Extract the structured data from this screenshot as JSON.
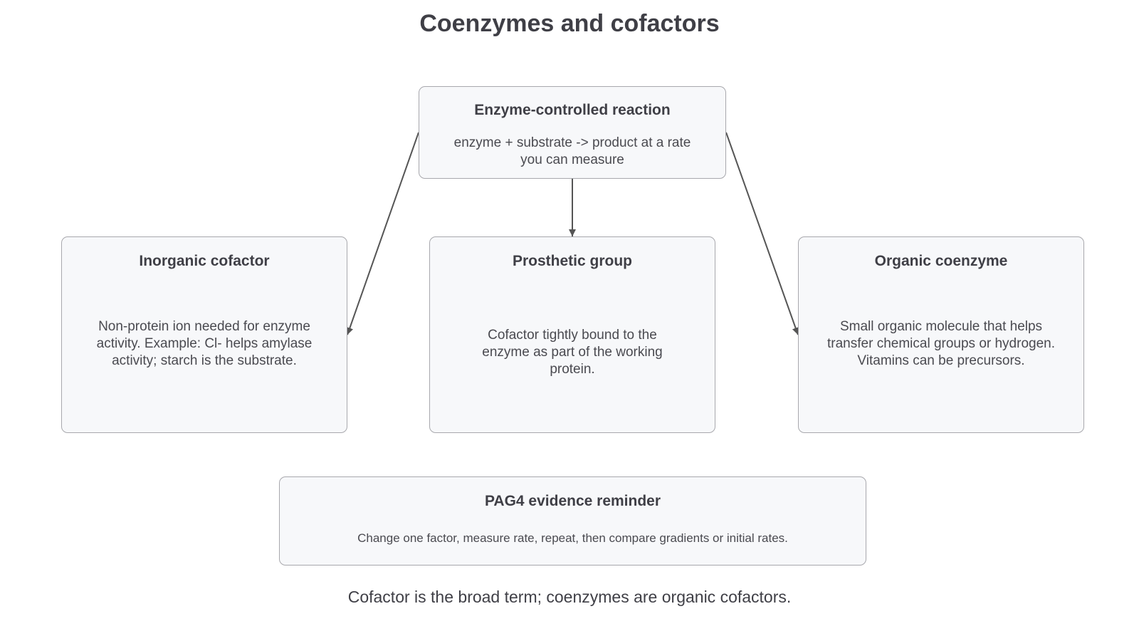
{
  "title": "Coenzymes and cofactors",
  "nodes": {
    "reaction": {
      "title": "Enzyme-controlled reaction",
      "body": "enzyme + substrate -> product at a rate you can measure"
    },
    "inorganic": {
      "title": "Inorganic cofactor",
      "body": "Non-protein ion needed for enzyme activity. Example: Cl- helps amylase activity; starch is the substrate."
    },
    "prosthetic": {
      "title": "Prosthetic group",
      "body": "Cofactor tightly bound to the enzyme as part of the working protein."
    },
    "organic": {
      "title": "Organic coenzyme",
      "body": "Small organic molecule that helps transfer chemical groups or hydrogen. Vitamins can be precursors."
    },
    "evidence": {
      "title": "PAG4 evidence reminder",
      "body": "Change one factor, measure rate, repeat, then compare gradients or initial rates."
    }
  },
  "edges": [
    {
      "from": "reaction",
      "to": "inorganic"
    },
    {
      "from": "reaction",
      "to": "prosthetic"
    },
    {
      "from": "reaction",
      "to": "organic"
    }
  ],
  "footnote": "Cofactor is the broad term; coenzymes are organic cofactors.",
  "colors": {
    "node_fill": "#f7f8fa",
    "node_border": "#a8a8ad",
    "edge": "#555555",
    "text": "#3f3f46"
  }
}
